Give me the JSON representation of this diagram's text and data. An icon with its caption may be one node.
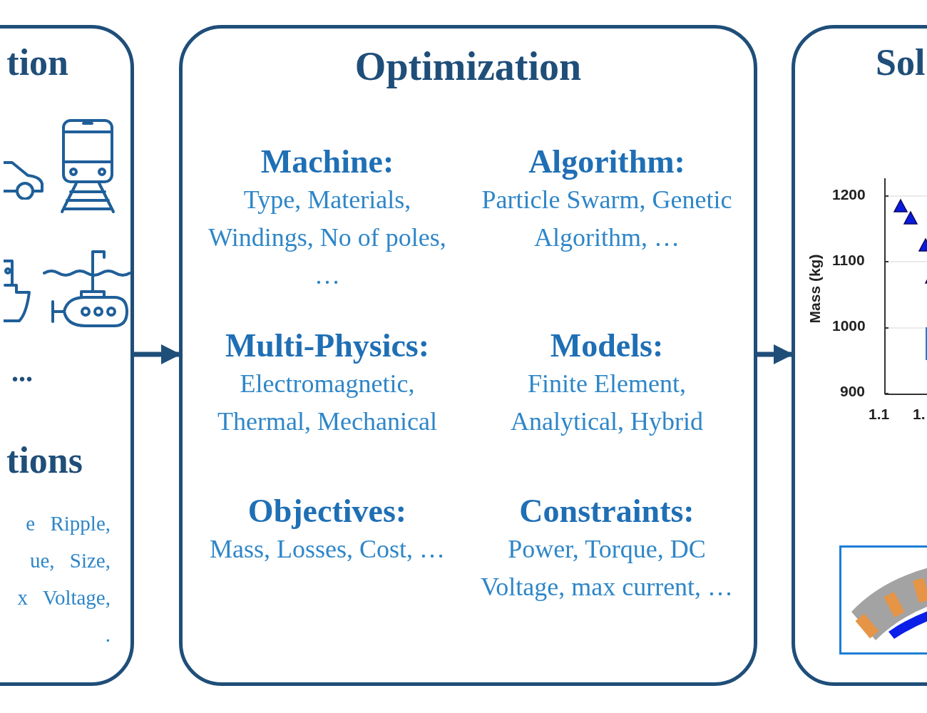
{
  "diagram": {
    "nodes": [
      {
        "text": [
          "tion",
          "...",
          "tions",
          "e Ripple, ue, Size, x Voltage, ."
        ]
      },
      {
        "text": [
          "Optimization",
          "Machine:",
          "Type, Materials, Windings, No of poles, …",
          "Algorithm:",
          "Particle Swarm, Genetic Algorithm, …",
          "Multi-Physics:",
          "Electromagnetic, Thermal, Mechanical",
          "Models:",
          "Finite Element, Analytical, Hybrid",
          "Objectives:",
          "Mass, Losses, Cost, …",
          "Constraints:",
          "Power, Torque, DC Voltage, max current, …"
        ]
      },
      {
        "text": [
          "Sol"
        ]
      },
      {
        "text": [],
        "shape": "picture",
        "in": 2
      }
    ],
    "edges": [
      {
        "from": 0,
        "to": 1,
        "arrow": "to"
      },
      {
        "from": 1,
        "to": 2,
        "arrow": "to"
      }
    ],
    "labels": [
      "Mass (kg)",
      "1200",
      "1100",
      "1000",
      "900",
      "1.1",
      "1."
    ]
  }
}
